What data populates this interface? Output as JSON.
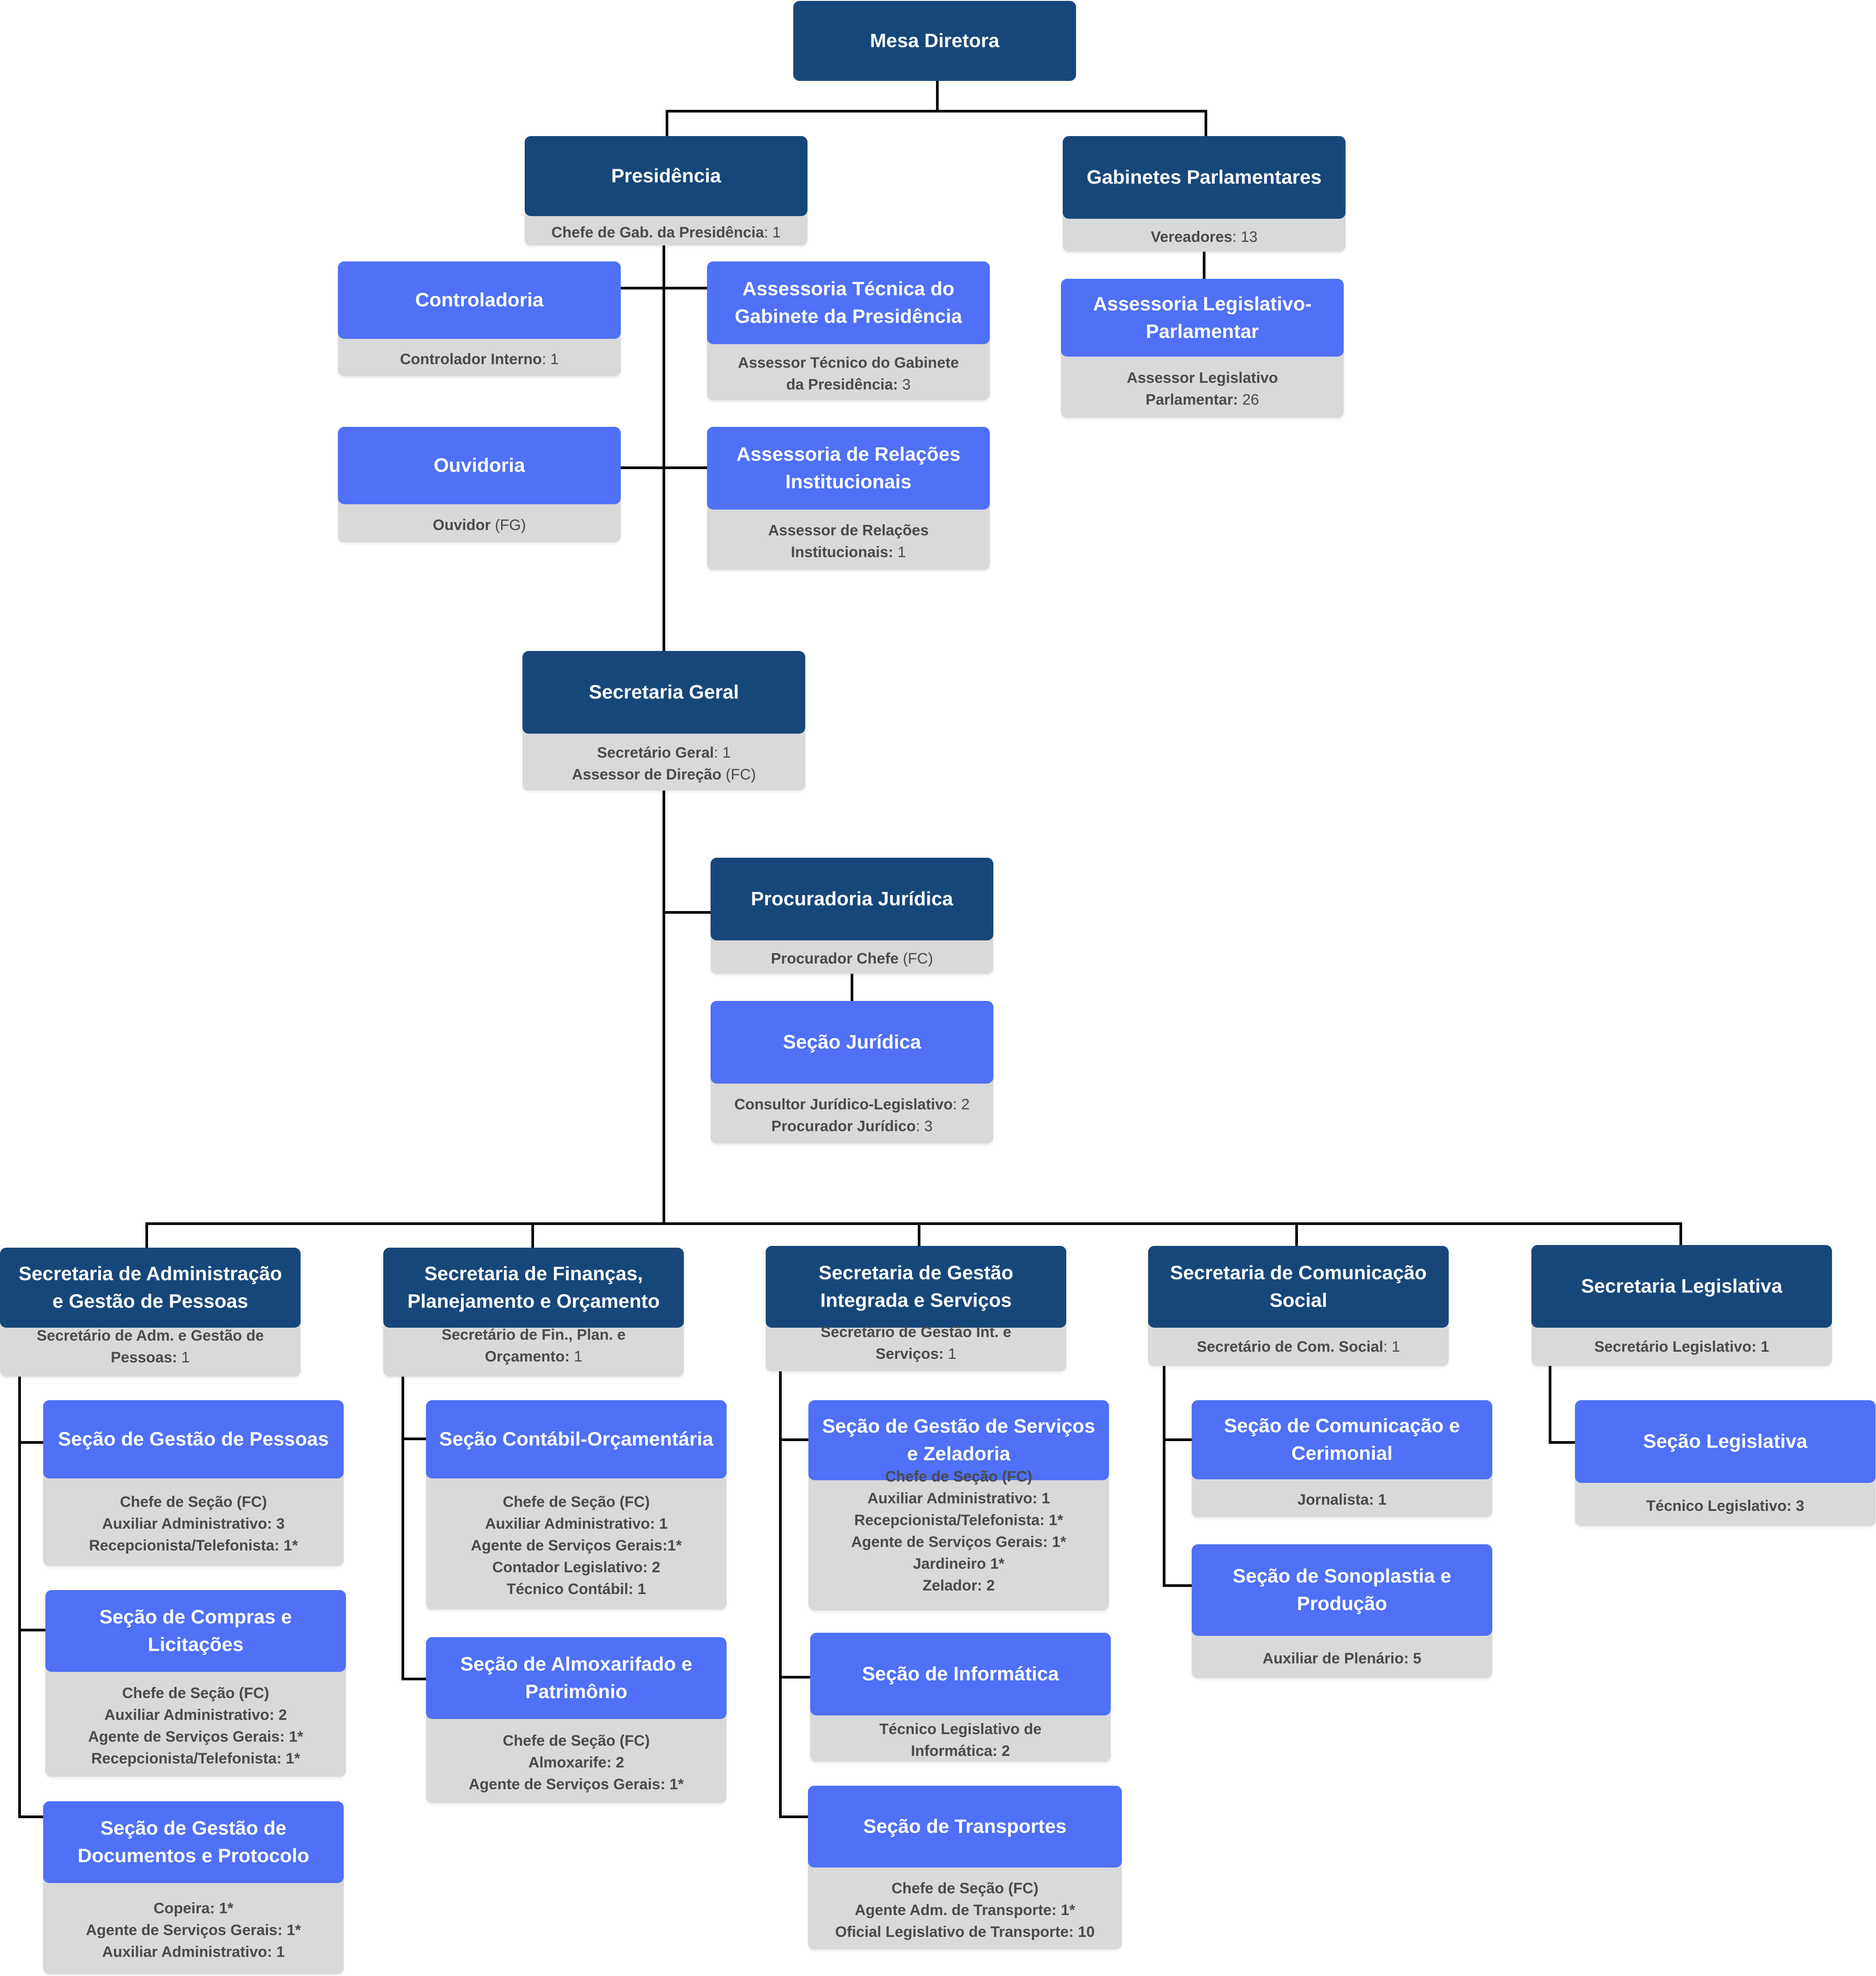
{
  "nodes": [
    {
      "id": "mesa-diretora",
      "title": "Mesa Diretora",
      "style": "dark",
      "details": []
    },
    {
      "id": "presidencia",
      "title": "Presidência",
      "style": "dark",
      "details": [
        {
          "label": "Chefe de Gab. da Presidência",
          "value": "1"
        }
      ]
    },
    {
      "id": "gabinetes-parlamentares",
      "title": "Gabinetes Parlamentares",
      "style": "dark",
      "details": [
        {
          "label": "Vereadores",
          "value": "13"
        }
      ]
    },
    {
      "id": "assessoria-legislativo-parlamentar",
      "title": "Assessoria Legislativo-Parlamentar",
      "style": "light",
      "details": [
        {
          "label": "Assessor Legislativo Parlamentar",
          "value": "26"
        }
      ]
    },
    {
      "id": "controladoria",
      "title": "Controladoria",
      "style": "light",
      "details": [
        {
          "label": "Controlador Interno",
          "value": "1"
        }
      ]
    },
    {
      "id": "assessoria-tecnica-gabinete",
      "title": "Assessoria Técnica do Gabinete da Presidência",
      "style": "light",
      "details": [
        {
          "label": "Assessor Técnico do Gabinete da Presidência",
          "value": "3"
        }
      ]
    },
    {
      "id": "ouvidoria",
      "title": "Ouvidoria",
      "style": "light",
      "details": [
        {
          "label": "Ouvidor",
          "value": "(FG)",
          "sep": " "
        }
      ]
    },
    {
      "id": "assessoria-relacoes-institucionais",
      "title": "Assessoria de Relações Institucionais",
      "style": "light",
      "details": [
        {
          "label": "Assessor de Relações Institucionais",
          "value": "1"
        }
      ]
    },
    {
      "id": "secretaria-geral",
      "title": "Secretaria Geral",
      "style": "dark",
      "details": [
        {
          "label": "Secretário Geral",
          "value": "1"
        },
        {
          "label": "Assessor de Direção",
          "value": "(FC)",
          "sep": " "
        }
      ]
    },
    {
      "id": "procuradoria-juridica",
      "title": "Procuradoria Jurídica",
      "style": "dark",
      "details": [
        {
          "label": "Procurador Chefe",
          "value": "(FC)",
          "sep": " "
        }
      ]
    },
    {
      "id": "secao-juridica",
      "title": "Seção Jurídica",
      "style": "light",
      "details": [
        {
          "label": "Consultor Jurídico-Legislativo",
          "value": "2"
        },
        {
          "label": "Procurador Jurídico",
          "value": "3"
        }
      ]
    },
    {
      "id": "sec-adm-gestao-pessoas",
      "title": "Secretaria de Administração e Gestão de Pessoas",
      "style": "dark",
      "details": [
        {
          "label": "Secretário de Adm. e Gestão de Pessoas",
          "value": "1"
        }
      ]
    },
    {
      "id": "sec-financas",
      "title": "Secretaria de Finanças, Planejamento e Orçamento",
      "style": "dark",
      "details": [
        {
          "label": "Secretário de Fin., Plan. e Orçamento",
          "value": "1"
        }
      ]
    },
    {
      "id": "sec-gestao-integrada",
      "title": "Secretaria de Gestão Integrada e Serviços",
      "style": "dark",
      "details": [
        {
          "label": "Secretário de Gestão Int. e Serviços",
          "value": "1"
        }
      ]
    },
    {
      "id": "sec-comunicacao",
      "title": "Secretaria de Comunicação Social",
      "style": "dark",
      "details": [
        {
          "label": "Secretário de Com. Social",
          "value": "1"
        }
      ]
    },
    {
      "id": "sec-legislativa",
      "title": "Secretaria Legislativa",
      "style": "dark",
      "details": [
        {
          "label": "Secretário Legislativo: 1",
          "value": ""
        }
      ]
    },
    {
      "id": "secao-gestao-pessoas",
      "title": "Seção de Gestão de Pessoas",
      "style": "light",
      "details": [
        {
          "label": "Chefe de Seção (FC)",
          "value": ""
        },
        {
          "label": "Auxiliar Administrativo: 3",
          "value": ""
        },
        {
          "label": "Recepcionista/Telefonista: 1*",
          "value": ""
        }
      ]
    },
    {
      "id": "secao-compras",
      "title": "Seção de Compras e Licitações",
      "style": "light",
      "details": [
        {
          "label": "Chefe de Seção (FC)",
          "value": ""
        },
        {
          "label": "Auxiliar Administrativo: 2",
          "value": ""
        },
        {
          "label": "Agente de Serviços Gerais: 1*",
          "value": ""
        },
        {
          "label": "Recepcionista/Telefonista: 1*",
          "value": ""
        }
      ]
    },
    {
      "id": "secao-documentos",
      "title": "Seção de Gestão de Documentos e Protocolo",
      "style": "light",
      "details": [
        {
          "label": "Copeira: 1*",
          "value": ""
        },
        {
          "label": "Agente de Serviços Gerais: 1*",
          "value": ""
        },
        {
          "label": "Auxiliar Administrativo: 1",
          "value": ""
        }
      ]
    },
    {
      "id": "secao-contabil",
      "title": "Seção Contábil-Orçamentária",
      "style": "light",
      "details": [
        {
          "label": "Chefe de Seção (FC)",
          "value": ""
        },
        {
          "label": "Auxiliar Administrativo: 1",
          "value": ""
        },
        {
          "label": "Agente de Serviços Gerais:1*",
          "value": ""
        },
        {
          "label": "Contador Legislativo: 2",
          "value": ""
        },
        {
          "label": "Técnico Contábil: 1",
          "value": ""
        }
      ]
    },
    {
      "id": "secao-almoxarifado",
      "title": "Seção de Almoxarifado e Patrimônio",
      "style": "light",
      "details": [
        {
          "label": "Chefe de Seção (FC)",
          "value": ""
        },
        {
          "label": "Almoxarife: 2",
          "value": ""
        },
        {
          "label": "Agente de Serviços Gerais: 1*",
          "value": ""
        }
      ]
    },
    {
      "id": "secao-servicos-zeladoria",
      "title": "Seção de Gestão de Serviços e Zeladoria",
      "style": "light",
      "details": [
        {
          "label": "Chefe de Seção (FC)",
          "value": ""
        },
        {
          "label": "Auxiliar Administrativo: 1",
          "value": ""
        },
        {
          "label": "Recepcionista/Telefonista: 1*",
          "value": ""
        },
        {
          "label": "Agente de Serviços Gerais: 1*",
          "value": ""
        },
        {
          "label": "Jardineiro 1*",
          "value": ""
        },
        {
          "label": "Zelador: 2",
          "value": ""
        }
      ]
    },
    {
      "id": "secao-informatica",
      "title": "Seção de Informática",
      "style": "light",
      "details": [
        {
          "label": "Técnico Legislativo de Informática: 2",
          "value": ""
        }
      ]
    },
    {
      "id": "secao-transportes",
      "title": "Seção de Transportes",
      "style": "light",
      "details": [
        {
          "label": "Chefe de Seção (FC)",
          "value": ""
        },
        {
          "label": "Agente Adm. de Transporte: 1*",
          "value": ""
        },
        {
          "label": "Oficial Legislativo de Transporte: 10",
          "value": ""
        }
      ]
    },
    {
      "id": "secao-comunicacao-cerimonial",
      "title": "Seção de Comunicação e Cerimonial",
      "style": "light",
      "details": [
        {
          "label": "Jornalista: 1",
          "value": ""
        }
      ]
    },
    {
      "id": "secao-sonoplastia",
      "title": "Seção de Sonoplastia e Produção",
      "style": "light",
      "details": [
        {
          "label": "Auxiliar de Plenário: 5",
          "value": ""
        }
      ]
    },
    {
      "id": "secao-legislativa",
      "title": "Seção Legislativa",
      "style": "light",
      "details": [
        {
          "label": "Técnico Legislativo: 3",
          "value": ""
        }
      ]
    }
  ],
  "colors": {
    "dark_header": "#17477a",
    "light_header": "#4f70f7",
    "detail_box": "#d9d9d9",
    "detail_text": "#4a4a4a",
    "connector": "#000000"
  }
}
